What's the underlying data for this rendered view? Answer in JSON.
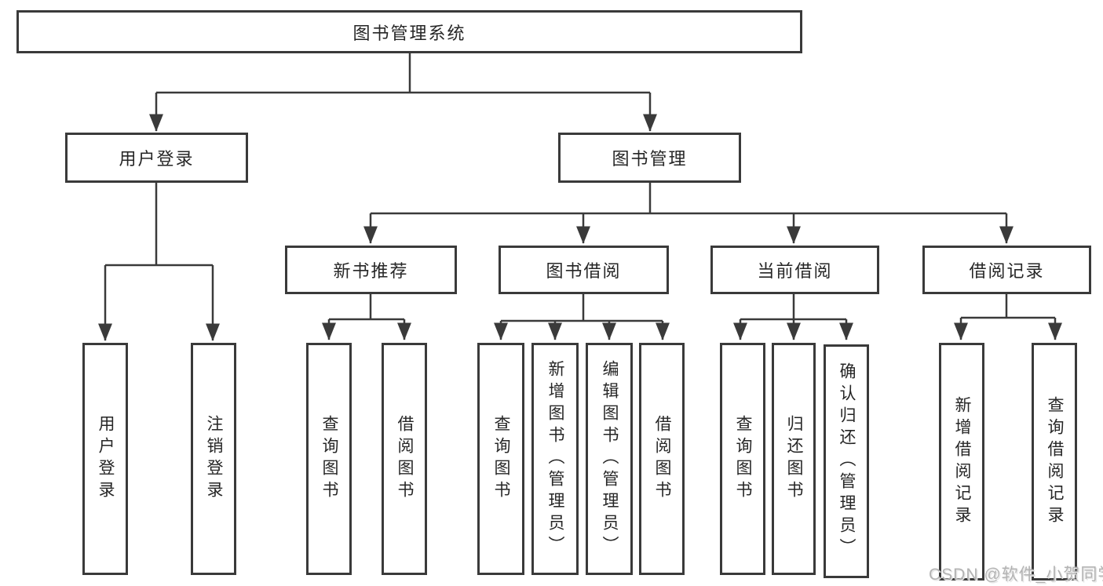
{
  "diagram_title": "图书管理系统",
  "nodes": {
    "root": "图书管理系统",
    "user_login": "用户登录",
    "book_management": "图书管理",
    "new_book_recommend": "新书推荐",
    "book_borrowing": "图书借阅",
    "current_borrowing": "当前借阅",
    "borrowing_records": "借阅记录",
    "user_login_leaf": "用户登录",
    "logout_leaf": "注销登录",
    "recommend_query_books": "查询图书",
    "recommend_borrow_books": "借阅图书",
    "borrowing_query_books": "查询图书",
    "borrowing_add_books": "新增图书（管理员）",
    "borrowing_edit_books": "编辑图书（管理员）",
    "borrowing_borrow_books": "借阅图书",
    "current_query_books": "查询图书",
    "current_return_books": "归还图书",
    "current_confirm_return": "确认归还（管理员）",
    "records_add_record": "新增借阅记录",
    "records_query_record": "查询借阅记录"
  },
  "hierarchy": {
    "root": [
      "user_login",
      "book_management"
    ],
    "user_login": [
      "user_login_leaf",
      "logout_leaf"
    ],
    "book_management": [
      "new_book_recommend",
      "book_borrowing",
      "current_borrowing",
      "borrowing_records"
    ],
    "new_book_recommend": [
      "recommend_query_books",
      "recommend_borrow_books"
    ],
    "book_borrowing": [
      "borrowing_query_books",
      "borrowing_add_books",
      "borrowing_edit_books",
      "borrowing_borrow_books"
    ],
    "current_borrowing": [
      "current_query_books",
      "current_return_books",
      "current_confirm_return"
    ],
    "borrowing_records": [
      "records_add_record",
      "records_query_record"
    ]
  },
  "watermark": "CSDN @软件_小贺同学",
  "colors": {
    "line": "#3a3a3a",
    "box_border": "#3a3a3a",
    "text": "#262626",
    "watermark": "#b3b3b3",
    "background": "#ffffff"
  }
}
